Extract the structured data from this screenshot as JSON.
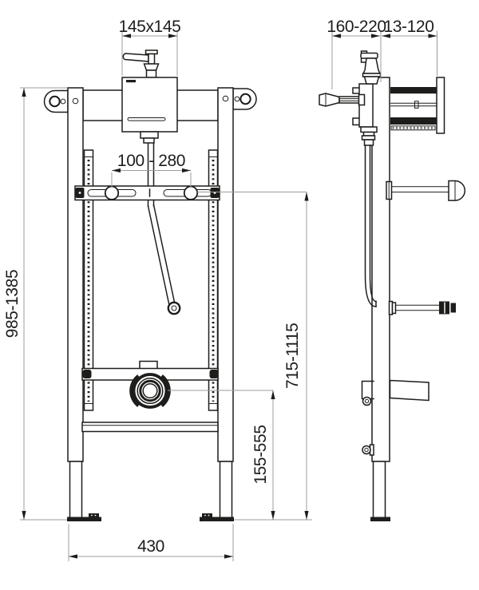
{
  "drawing_type": "installation-frame-technical-drawing",
  "front_view": {
    "valve_box_dim": "145x145",
    "fixing_centers_dim": "100 - 280",
    "frame_height_dim": "985-1385",
    "fixing_height_dim": "715-1115",
    "drain_height_dim": "155-555",
    "frame_width_dim": "430"
  },
  "side_view": {
    "mounting_depth_dim": "160-220",
    "wall_clearance_dim": "13-120"
  },
  "colors": {
    "line": "#1d1d1b",
    "dimension_line": "#9d9d9c",
    "background": "#ffffff"
  }
}
